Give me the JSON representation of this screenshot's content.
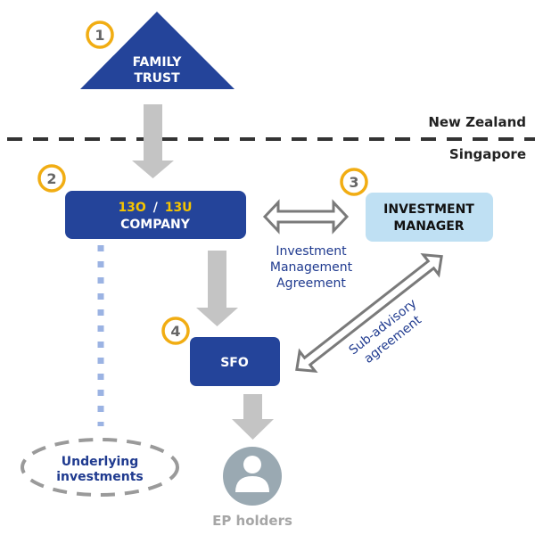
{
  "colors": {
    "navy": "#24449a",
    "light_blue": "#bfe0f3",
    "accent_yellow": "#f5c400",
    "badge_ring": "#f1ad13",
    "badge_text": "#666666",
    "arrow_gray": "#c4c4c4",
    "outline_arrow": "#7a7a7a",
    "dashed_line": "#333333",
    "dotted_blue": "#9bb3e3",
    "ellipse_dash": "#9a9a9a",
    "person_circle": "#9aa9b2",
    "label_blue": "#1f3a8f",
    "ep_text": "#a6a6a6"
  },
  "regions": {
    "top": "New Zealand",
    "bottom": "Singapore"
  },
  "nodes": {
    "family_trust": {
      "badge": "1",
      "line1": "FAMILY",
      "line2": "TRUST"
    },
    "company": {
      "badge": "2",
      "code1": "13O",
      "separator": "/",
      "code2": "13U",
      "line2": "COMPANY"
    },
    "investment_manager": {
      "badge": "3",
      "line1": "INVESTMENT",
      "line2": "MANAGER"
    },
    "sfo": {
      "badge": "4",
      "label": "SFO"
    },
    "underlying": {
      "line1": "Underlying",
      "line2": "investments"
    },
    "ep_holders": {
      "label": "EP holders"
    }
  },
  "relationships": {
    "ima": {
      "line1": "Investment",
      "line2": "Management",
      "line3": "Agreement"
    },
    "sub_advisory": {
      "line1": "Sub-advisory",
      "line2": "agreement"
    }
  }
}
